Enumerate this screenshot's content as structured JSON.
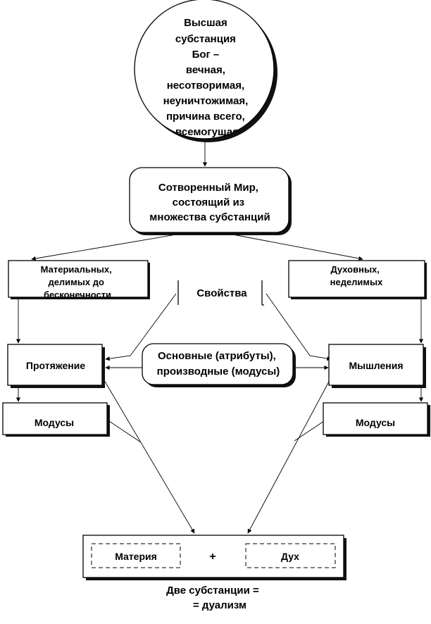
{
  "nodes": {
    "god": {
      "lines": [
        "Высшая",
        "субстанция",
        "Бог –",
        "вечная,",
        "несотворимая,",
        "неуничтожимая,",
        "причина всего,",
        "всемогущая"
      ]
    },
    "world": {
      "lines": [
        "Сотворенный Мир,",
        "состоящий из",
        "множества субстанций"
      ]
    },
    "material": {
      "lines": [
        "Материальных,",
        "делимых до",
        "бесконечности"
      ]
    },
    "spiritual": {
      "lines": [
        "Духовных,",
        "неделимых"
      ]
    },
    "properties": {
      "lines": [
        "Свойства"
      ]
    },
    "extension": {
      "lines": [
        "Протяжение"
      ]
    },
    "attributes": {
      "lines": [
        "Основные (атрибуты),",
        "производные (модусы)"
      ]
    },
    "thinking": {
      "lines": [
        "Мышления"
      ]
    },
    "modes_left": {
      "lines": [
        "Модусы"
      ]
    },
    "modes_right": {
      "lines": [
        "Модусы"
      ]
    },
    "matter": {
      "lines": [
        "Материя"
      ]
    },
    "plus": {
      "lines": [
        "+"
      ]
    },
    "spirit": {
      "lines": [
        "Дух"
      ]
    },
    "caption": {
      "lines": [
        "Две субстанции =",
        "= дуализм"
      ]
    }
  },
  "edges": [
    {
      "from": "god",
      "to": "world"
    },
    {
      "from": "world",
      "to": "material"
    },
    {
      "from": "world",
      "to": "spiritual"
    },
    {
      "from": "material",
      "to": "extension"
    },
    {
      "from": "spiritual",
      "to": "thinking"
    },
    {
      "from": "properties",
      "to": "extension"
    },
    {
      "from": "properties",
      "to": "thinking"
    },
    {
      "from": "attributes",
      "to": "extension"
    },
    {
      "from": "attributes",
      "to": "thinking"
    },
    {
      "from": "extension",
      "to": "modes_left"
    },
    {
      "from": "thinking",
      "to": "modes_right"
    },
    {
      "from": "extension",
      "to": "dualism"
    },
    {
      "from": "thinking",
      "to": "dualism"
    },
    {
      "from": "modes_left",
      "to": "dualism"
    },
    {
      "from": "modes_right",
      "to": "dualism"
    }
  ]
}
